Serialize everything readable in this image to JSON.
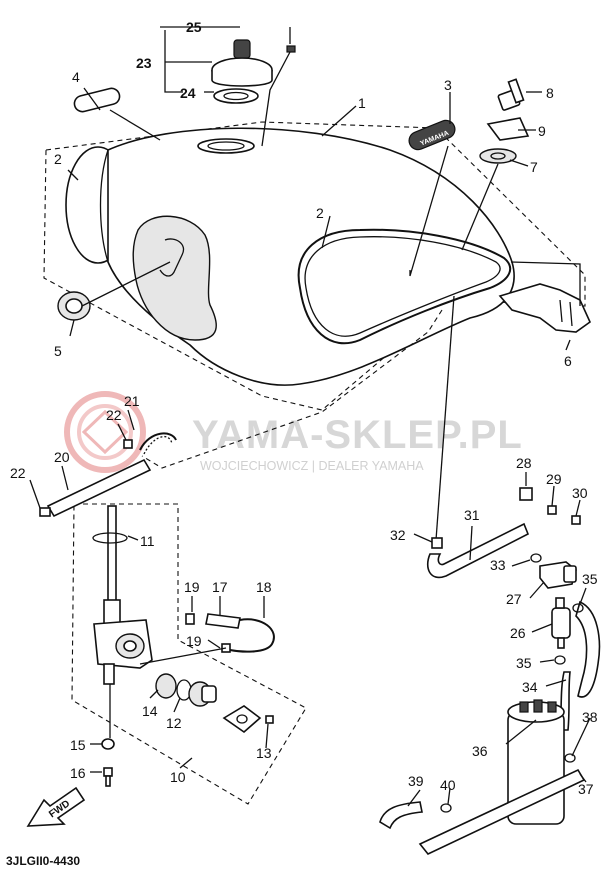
{
  "watermark": {
    "brand": "YAMA-SKLEP.PL",
    "subtitle": "WOJCIECHOWICZ | DEALER YAMAHA"
  },
  "diagram_code": "3JLGII0-4430",
  "fwd_label": "FWD",
  "callouts": [
    "1",
    "2",
    "2",
    "3",
    "4",
    "5",
    "6",
    "7",
    "8",
    "9",
    "10",
    "11",
    "12",
    "13",
    "14",
    "15",
    "16",
    "17",
    "18",
    "19",
    "19",
    "20",
    "21",
    "22",
    "22",
    "23",
    "24",
    "25",
    "26",
    "27",
    "28",
    "29",
    "30",
    "31",
    "32",
    "33",
    "34",
    "35",
    "35",
    "36",
    "37",
    "38",
    "39",
    "40"
  ],
  "colors": {
    "line": "#111111",
    "watermark": "#d7d7d7",
    "logo": "#e8a0a0"
  }
}
